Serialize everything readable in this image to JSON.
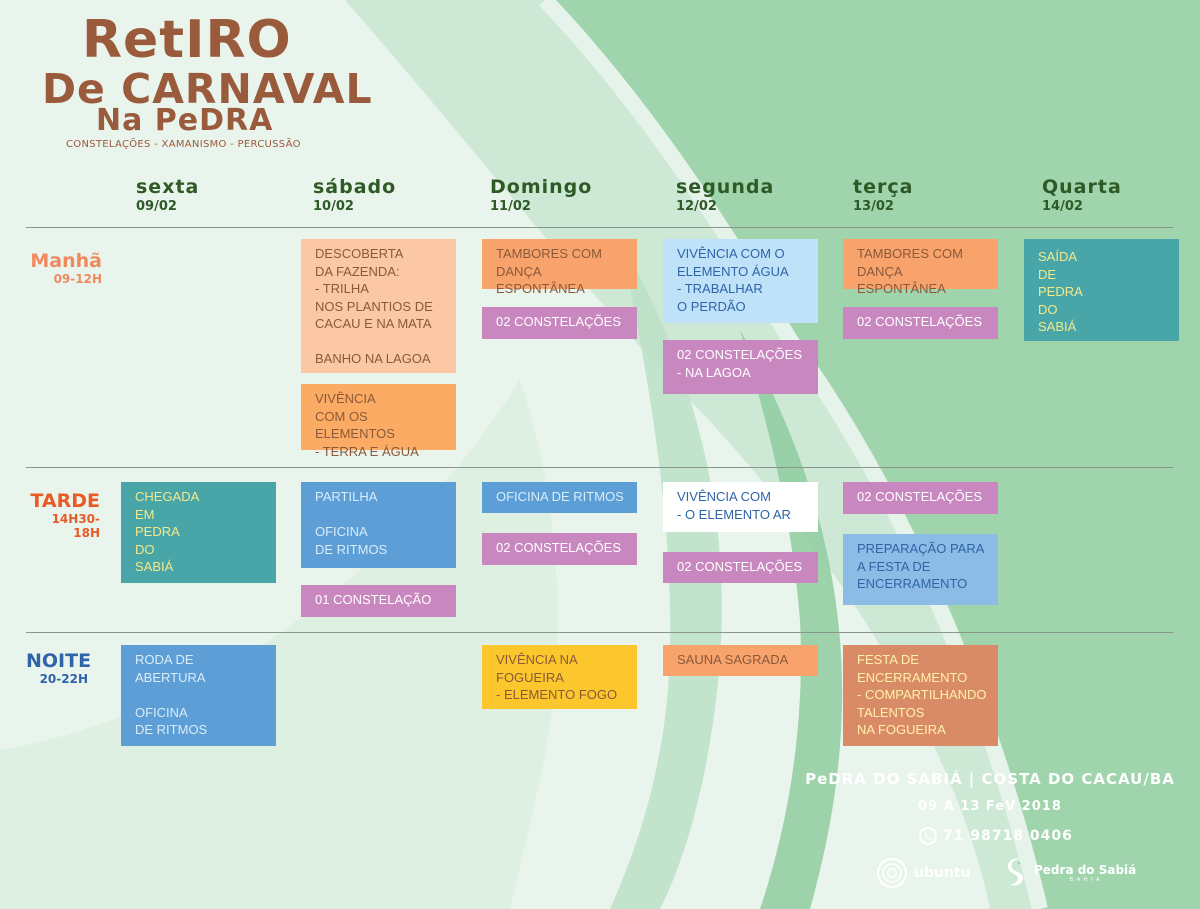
{
  "header": {
    "title_line1": "RetIRO",
    "title_line2": "De CARNAVAL",
    "title_line3": "Na PeDRA",
    "subtitle": "CONSTELAÇÕES - XAMANISMO - PERCUSSÃO"
  },
  "days": [
    {
      "name": "sexta",
      "date": "09/02"
    },
    {
      "name": "sábado",
      "date": "10/02"
    },
    {
      "name": "Domingo",
      "date": "11/02"
    },
    {
      "name": "segunda",
      "date": "12/02"
    },
    {
      "name": "terça",
      "date": "13/02"
    },
    {
      "name": "Quarta",
      "date": "14/02"
    }
  ],
  "periods": [
    {
      "name": "Manhã",
      "time": "09-12H",
      "color": "#f08a5e"
    },
    {
      "name": "TARDE",
      "time": "14H30-18H",
      "color": "#e95a24"
    },
    {
      "name": "NOITE",
      "time": "20-22H",
      "color": "#2f64a8"
    }
  ],
  "activities": [
    {
      "text": "DESCOBERTA\nDA FAZENDA:\n- TRILHA\nNOS PLANTIOS DE\nCACAU E NA MATA\n\nBANHO NA LAGOA",
      "bg": "#fcc7a4",
      "fg": "#8a5a3a"
    },
    {
      "text": "VIVÊNCIA\nCOM OS ELEMENTOS\n- TERRA E ÁGUA",
      "bg": "#fbab63",
      "fg": "#8a5a3a"
    },
    {
      "text": "TAMBORES COM\nDANÇA ESPONTÂNEA",
      "bg": "#f8a26c",
      "fg": "#8a5a3a"
    },
    {
      "text": "02 CONSTELAÇÕES",
      "bg": "#c887bf",
      "fg": "#ffffff"
    },
    {
      "text": "VIVÊNCIA COM O\nELEMENTO ÁGUA\n- TRABALHAR\nO PERDÃO",
      "bg": "#bfe2f8",
      "fg": "#2f64a8"
    },
    {
      "text": "02 CONSTELAÇÕES\n- NA LAGOA",
      "bg": "#c887bf",
      "fg": "#ffffff"
    },
    {
      "text": "TAMBORES COM\nDANÇA ESPONTÂNEA",
      "bg": "#f8a26c",
      "fg": "#8a5a3a"
    },
    {
      "text": "02 CONSTELAÇÕES",
      "bg": "#c887bf",
      "fg": "#ffffff"
    },
    {
      "text": "SAÍDA\nDE\nPEDRA\nDO\nSABIÁ",
      "bg": "#48a6a8",
      "fg": "#f3e98a"
    },
    {
      "text": "CHEGADA\nEM\nPEDRA\nDO\nSABIÁ",
      "bg": "#48a6a8",
      "fg": "#f3e98a"
    },
    {
      "text": "PARTILHA\n\nOFICINA\nDE RITMOS",
      "bg": "#5d9ed6",
      "fg": "#d8ecfa"
    },
    {
      "text": "01 CONSTELAÇÃO",
      "bg": "#c887bf",
      "fg": "#ffffff"
    },
    {
      "text": "OFICINA DE RITMOS",
      "bg": "#5d9ed6",
      "fg": "#d8ecfa"
    },
    {
      "text": "02 CONSTELAÇÕES",
      "bg": "#c887bf",
      "fg": "#ffffff"
    },
    {
      "text": "VIVÊNCIA COM\n- O ELEMENTO AR",
      "bg": "#ffffff",
      "fg": "#2f64a8"
    },
    {
      "text": "02 CONSTELAÇÕES",
      "bg": "#c887bf",
      "fg": "#ffffff"
    },
    {
      "text": "02 CONSTELAÇÕES",
      "bg": "#c887bf",
      "fg": "#ffffff"
    },
    {
      "text": "PREPARAÇÃO PARA\nA FESTA DE\nENCERRAMENTO",
      "bg": "#8cbce6",
      "fg": "#2f64a8"
    },
    {
      "text": "RODA DE\nABERTURA\n\nOFICINA\nDE RITMOS",
      "bg": "#5d9ed6",
      "fg": "#d8ecfa"
    },
    {
      "text": "VIVÊNCIA NA\nFOGUEIRA\n- ELEMENTO FOGO",
      "bg": "#fcc72c",
      "fg": "#8a5a3a"
    },
    {
      "text": "SAUNA SAGRADA",
      "bg": "#f8a26c",
      "fg": "#8a5a3a"
    },
    {
      "text": "FESTA DE\nENCERRAMENTO\n- COMPARTILHANDO\nTALENTOS\nNA FOGUEIRA",
      "bg": "#d98a66",
      "fg": "#fff2a8"
    }
  ],
  "footer": {
    "location": "PeDRA DO SABIÁ | COSTA DO CACAU/BA",
    "dates": "09 A 13 FeV 2018",
    "phone": "71 98718 0406",
    "logo_ubuntu": "ubuntu",
    "logo_pedra": "Pedra do Sabiá",
    "logo_pedra_sub": "B A H I A"
  },
  "icons": [
    "whatsapp-icon",
    "ubuntu-circle-icon",
    "sabia-bird-icon"
  ],
  "colors": {
    "title": "#9a5a3c",
    "day_header": "#2e5a26",
    "bg_light": "#e9f4ec",
    "bg_green": "#9ed3ac"
  }
}
